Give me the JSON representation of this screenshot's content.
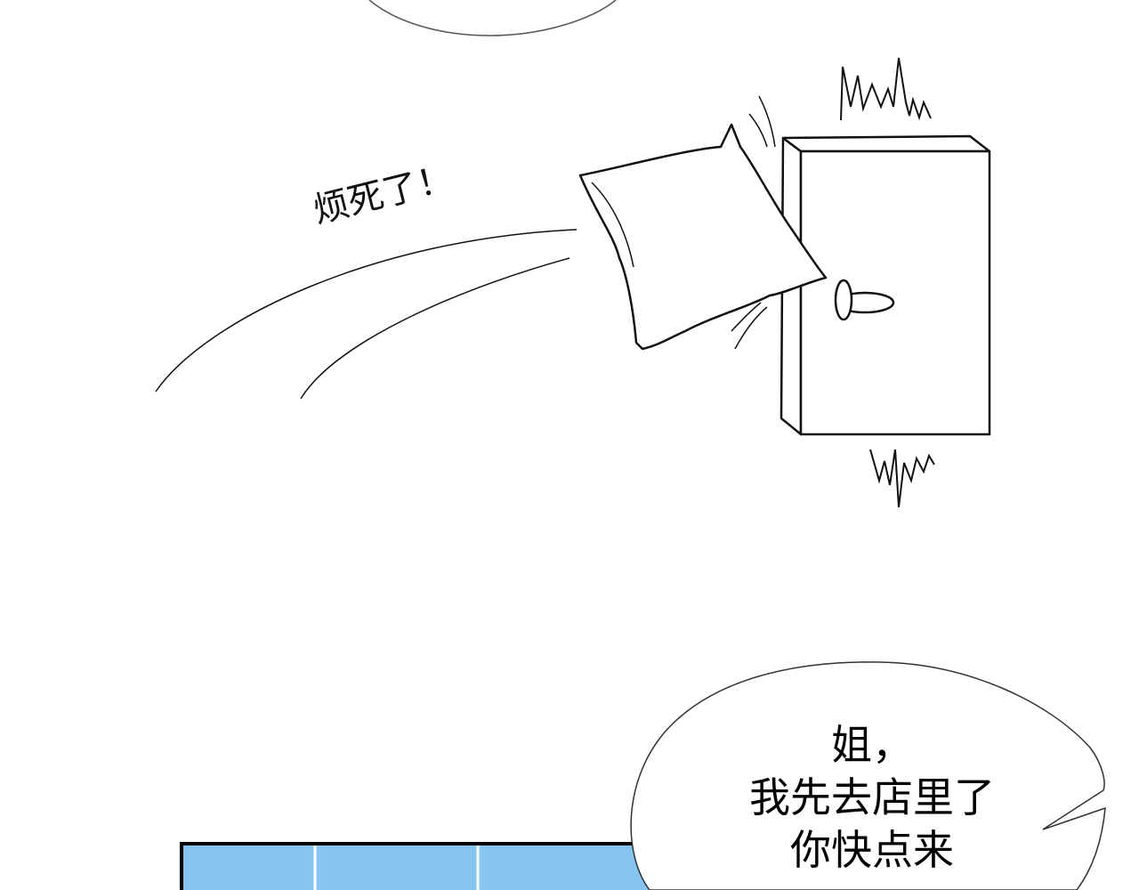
{
  "panel_top": {
    "sfx_text": "烦死了！"
  },
  "panel_bottom": {
    "speech_lines": [
      "姐，",
      "我先去店里了",
      "你快点来"
    ],
    "window_color": "#85c5f0",
    "window_frame_color": "#000000"
  }
}
